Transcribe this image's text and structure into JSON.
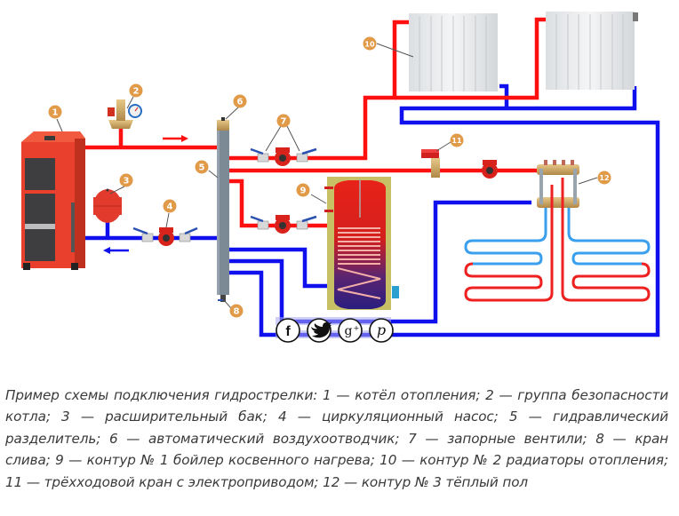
{
  "diagram": {
    "title": "Пример схемы подключения гидрострелки",
    "colors": {
      "supply": "#ff1010",
      "return": "#1010ee",
      "floor_return": "#3aa0ee",
      "badge": "#e09a48",
      "boiler": "#e8402c",
      "separator": "#7c8a96"
    },
    "callouts": [
      {
        "number": "1",
        "component": "boiler"
      },
      {
        "number": "2",
        "component": "safety-group"
      },
      {
        "number": "3",
        "component": "expansion-tank"
      },
      {
        "number": "4",
        "component": "circulation-pump"
      },
      {
        "number": "5",
        "component": "hydraulic-separator"
      },
      {
        "number": "6",
        "component": "air-vent"
      },
      {
        "number": "7",
        "component": "shutoff-valves"
      },
      {
        "number": "8",
        "component": "drain-valve"
      },
      {
        "number": "9",
        "component": "indirect-water-heater"
      },
      {
        "number": "10",
        "component": "radiators"
      },
      {
        "number": "11",
        "component": "three-way-valve"
      },
      {
        "number": "12",
        "component": "floor-manifold"
      }
    ]
  },
  "share": {
    "buttons": [
      {
        "name": "facebook",
        "glyph": "f"
      },
      {
        "name": "twitter",
        "glyph": "🐦"
      },
      {
        "name": "google-plus",
        "glyph": "g+"
      },
      {
        "name": "pinterest",
        "glyph": "p"
      }
    ]
  },
  "caption": {
    "text": "Пример схемы подключения гидрострелки: 1 — котёл отопления; 2 — группа безопасности котла; 3 — расширительный бак; 4 — циркуляционный насос; 5 — гидравлический разделитель; 6 — автоматический воздухоотводчик; 7 — запорные вентили; 8 — кран слива; 9 — контур № 1 бойлер косвенного нагрева; 10 — контур № 2 радиаторы отопления; 11 — трёхходовой кран с электроприводом; 12 — контур № 3 тёплый пол"
  }
}
